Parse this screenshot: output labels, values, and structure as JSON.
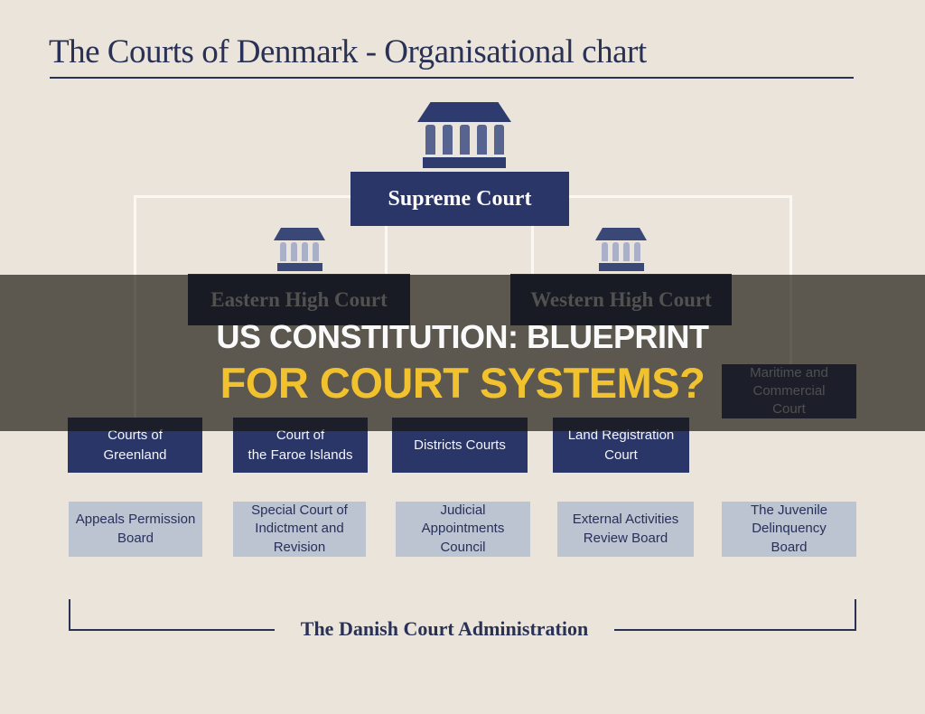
{
  "title": {
    "text": "The Courts of Denmark - Organisational chart"
  },
  "banner": {
    "line1": "US CONSTITUTION: BLUEPRINT",
    "line2": "FOR COURT SYSTEMS?",
    "line1_color": "#FAFAFA",
    "line2_color": "#F2C12E",
    "overlay_color": "rgba(22,19,10,0.67)"
  },
  "chart": {
    "supreme": {
      "label": "Supreme Court"
    },
    "high_courts": [
      {
        "label": "Eastern High Court"
      },
      {
        "label": "Western High Court"
      }
    ],
    "maritime": {
      "label": "Maritime and\nCommercial\nCourt"
    },
    "row1": [
      {
        "label": "Courts of\nGreenland"
      },
      {
        "label": "Court of\nthe Faroe Islands"
      },
      {
        "label": "Districts Courts"
      },
      {
        "label": "Land Registration\nCourt"
      }
    ],
    "row2": [
      {
        "label": "Appeals Permission\nBoard"
      },
      {
        "label": "Special Court of\nIndictment and\nRevision"
      },
      {
        "label": "Judicial\nAppointments\nCouncil"
      },
      {
        "label": "External Activities\nReview Board"
      },
      {
        "label": "The Juvenile\nDelinquency\nBoard"
      }
    ],
    "footer": {
      "label": "The Danish Court Administration"
    }
  },
  "icons": {
    "courthouse": "courthouse-icon (temple with columns, CSS shapes)"
  },
  "colors": {
    "background": "#EAE4DA",
    "navy_box": "#2A3568",
    "high_court_box": "#1E2A58",
    "light_box": "#BCC4D1",
    "title_navy": "#2A3156",
    "connector_white": "#FBF8F2",
    "banner_yellow": "#F2C12E"
  }
}
